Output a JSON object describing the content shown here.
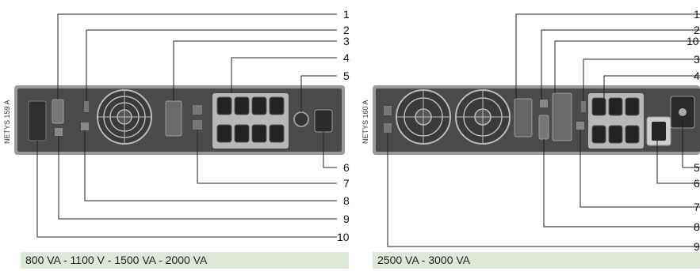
{
  "left_panel": {
    "model_label": "NETYS 159 A",
    "caption": "800 VA - 1100 V - 1500 VA - 2000 VA",
    "callouts": [
      "1",
      "2",
      "3",
      "4",
      "5",
      "6",
      "7",
      "8",
      "9",
      "10"
    ]
  },
  "right_panel": {
    "model_label": "NETYS 160 A",
    "caption": "2500 VA - 3000 VA",
    "callouts": [
      "1",
      "2",
      "3",
      "4",
      "5",
      "6",
      "7",
      "8",
      "9",
      "10"
    ]
  },
  "colors": {
    "panel_body": "#4a4a4a",
    "panel_rim": "#9a9a9a",
    "caption_bg": "#dfe7d8",
    "outlet_panel": "#b8b8b8"
  }
}
